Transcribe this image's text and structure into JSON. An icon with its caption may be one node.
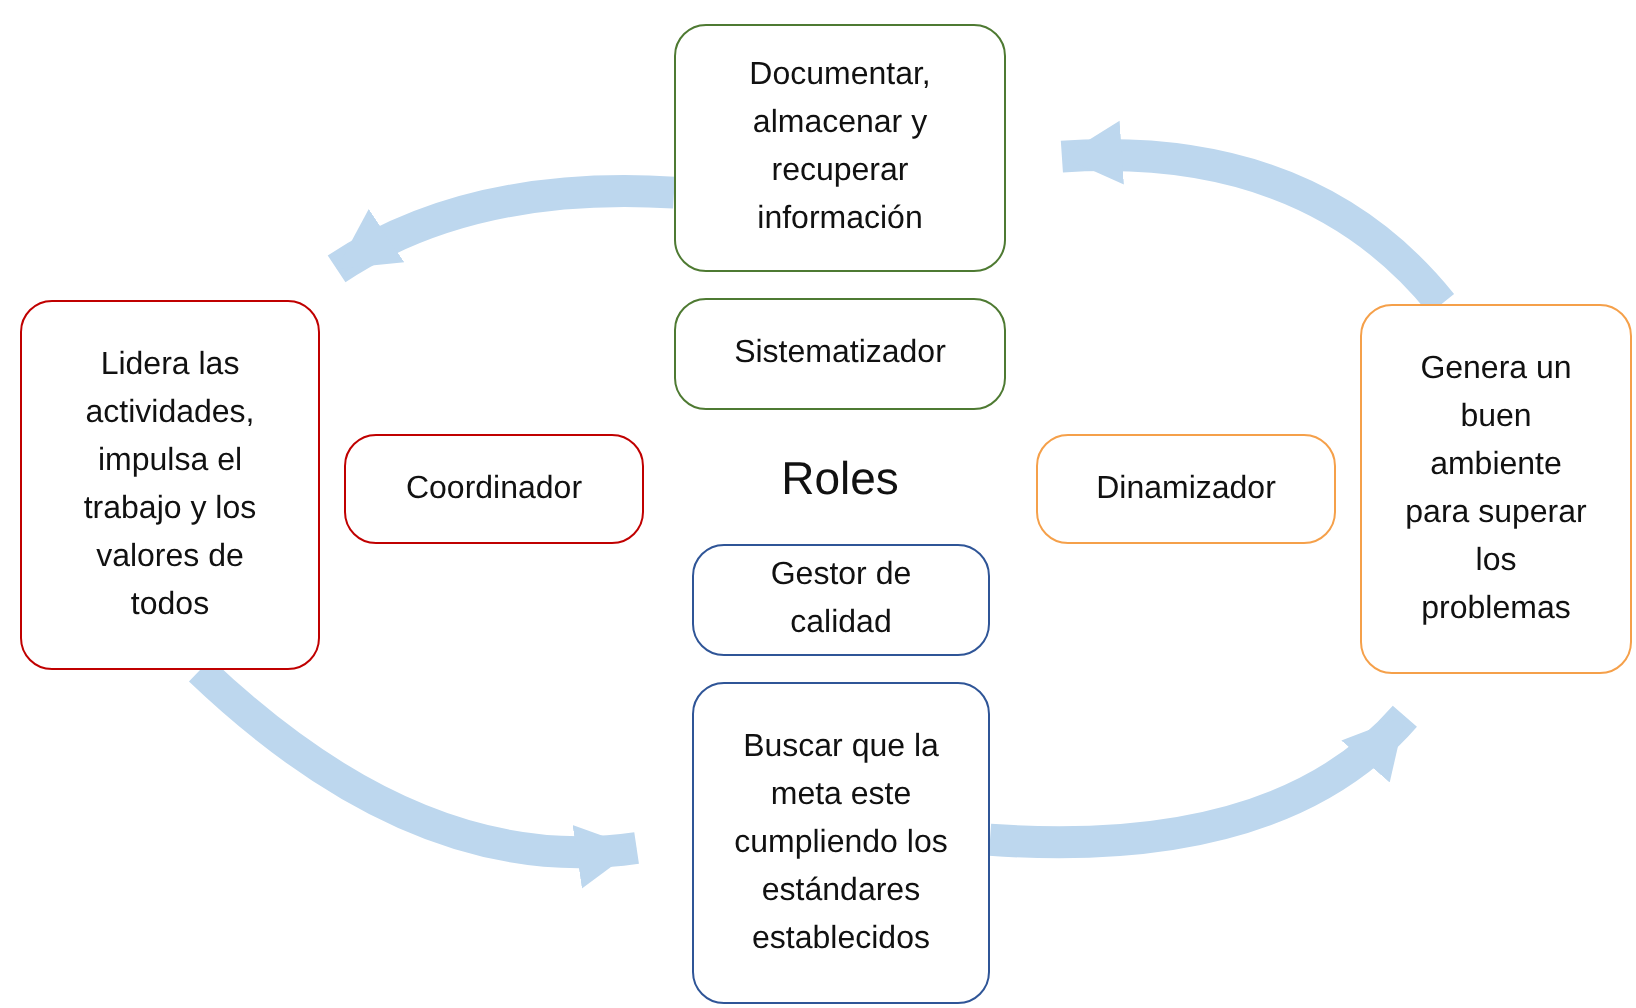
{
  "diagram": {
    "nodes": [
      {
        "text": [
          "Documentar, almacenar y recuperar información"
        ]
      },
      {
        "text": [
          "Sistematizador"
        ]
      },
      {
        "text": [
          "Lidera las actividades, impulsa el trabajo y los valores de todos"
        ]
      },
      {
        "text": [
          "Coordinador"
        ]
      },
      {
        "text": [
          "Roles"
        ]
      },
      {
        "text": [
          "Dinamizador"
        ]
      },
      {
        "text": [
          "Genera un buen ambiente para superar los problemas"
        ]
      },
      {
        "text": [
          "Gestor de calidad"
        ]
      },
      {
        "text": [
          "Buscar que la meta este cumpliendo los estándares establecidos"
        ]
      }
    ],
    "edges": [
      {
        "from": 0,
        "to": 2,
        "arrow": "to"
      },
      {
        "from": 2,
        "to": 8,
        "arrow": "to"
      },
      {
        "from": 8,
        "to": 6,
        "arrow": "to"
      },
      {
        "from": 6,
        "to": 0,
        "arrow": "to"
      }
    ]
  }
}
